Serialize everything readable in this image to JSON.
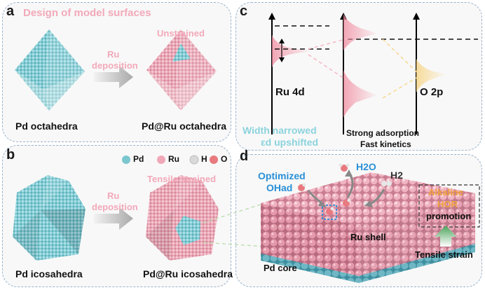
{
  "panel_a": {
    "letter": "a",
    "title": "Design of model surfaces",
    "unstrained": "Unstrained",
    "arrow_line1": "Ru",
    "arrow_line2": "deposition",
    "caption_left": "Pd octahedra",
    "caption_right": "Pd@Ru octahedra"
  },
  "panel_b": {
    "letter": "b",
    "legend": [
      "Pd",
      "Ru",
      "H",
      "O"
    ],
    "tensile": "Tensile strained",
    "arrow_line1": "Ru",
    "arrow_line2": "deposition",
    "caption_left": "Pd icosahedra",
    "caption_right": "Pd@Ru icosahedra"
  },
  "panel_c": {
    "letter": "c",
    "ru_label": "Ru 4d",
    "o_label": "O 2p",
    "width_line1": "Width narrowed",
    "width_line2": "εd upshifted",
    "strong_line1": "Strong adsorption",
    "strong_line2": "Fast kinetics"
  },
  "panel_d": {
    "letter": "d",
    "optimized": "Optimized",
    "oh_ad": "OHad",
    "h2o": "H2O",
    "h2": "H2",
    "alkaline": "Alkaline",
    "hor": "HOR",
    "promotion": "promotion",
    "tensile_strain": "Tensile strain",
    "ru_shell": "Ru shell",
    "pd_core": "Pd core"
  },
  "colors": {
    "pd": "#7cc6cf",
    "ru": "#f0a8b8",
    "title_pink": "#f2a9b9",
    "cyan_text": "#8bd3dc",
    "blue_text": "#2a8fd6",
    "orange": "#f0a23a",
    "panel_border": "#9ab3cc"
  }
}
